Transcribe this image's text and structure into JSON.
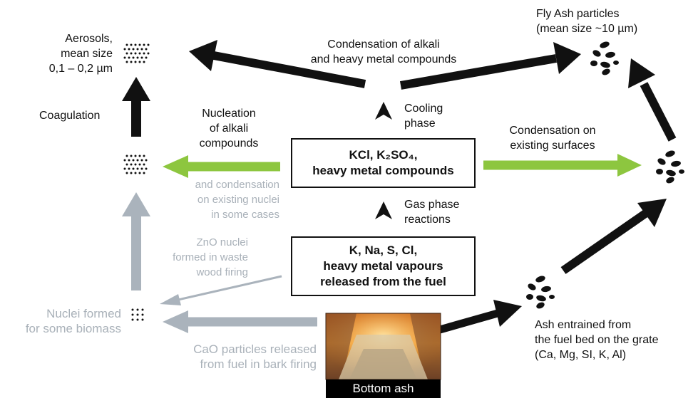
{
  "labels": {
    "aerosols": [
      "Aerosols,",
      "mean size",
      "0,1 – 0,2 µm"
    ],
    "fly_ash": [
      "Fly Ash particles",
      "(mean size ~10 µm)"
    ],
    "condensation_alkali": [
      "Condensation of alkali",
      "and heavy metal compounds"
    ],
    "coagulation": "Coagulation",
    "nucleation": [
      "Nucleation",
      "of alkali",
      "compounds"
    ],
    "cooling": [
      "Cooling",
      "phase"
    ],
    "condensation_surfaces": [
      "Condensation on",
      "existing surfaces"
    ],
    "condensation_nuclei": [
      "and condensation",
      "on existing nuclei",
      "in some cases"
    ],
    "gas_phase": [
      "Gas phase",
      "reactions"
    ],
    "zno": [
      "ZnO nuclei",
      "formed in waste",
      "wood firing"
    ],
    "nuclei_biomass": [
      "Nuclei formed",
      "for some biomass"
    ],
    "cao": [
      "CaO particles released",
      "from fuel in bark firing"
    ],
    "ash_entrained": [
      "Ash entrained from",
      "the fuel bed on the grate",
      "(Ca, Mg, SI, K, Al)"
    ],
    "bottom_ash": "Bottom ash"
  },
  "boxes": {
    "compounds": [
      "KCl, K₂SO₄,",
      "heavy metal compounds"
    ],
    "vapours": [
      "K, Na, S, Cl,",
      "heavy metal vapours",
      "released from the fuel"
    ]
  },
  "colors": {
    "black_arrow": "#111111",
    "green_arrow": "#8dc63f",
    "gray_arrow": "#aab3bc",
    "gray_text": "#a9b1b9"
  }
}
